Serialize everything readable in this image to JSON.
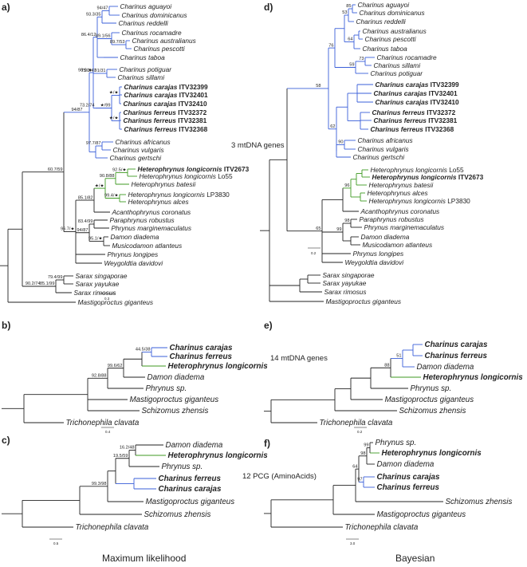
{
  "colors": {
    "blue": "#3a5fd9",
    "green": "#3f9a22",
    "black": "#222222"
  },
  "labels": {
    "a": "a)",
    "b": "b)",
    "c": "c)",
    "d": "d)",
    "e": "e)",
    "f": "f)"
  },
  "center_labels": {
    "mtdna3": "3 mtDNA genes",
    "mtdna14": "14 mtDNA genes",
    "pcg12": "12 PCG (AminoAcids)"
  },
  "bottom_labels": {
    "ml": "Maximum likelihood",
    "bayes": "Bayesian"
  },
  "scales": {
    "a": "0.3",
    "b": "0.4",
    "c": "0.5",
    "d": "0.2",
    "e": "0.2",
    "f": "3.0"
  },
  "panel_a": {
    "tips": [
      {
        "sp": "Charinus aguayoi",
        "acc": ""
      },
      {
        "sp": "Charinus dominicanus",
        "acc": ""
      },
      {
        "sp": "Charinus reddelli",
        "acc": ""
      },
      {
        "sp": "Charinus rocamadre",
        "acc": ""
      },
      {
        "sp": "Charinus australianus",
        "acc": ""
      },
      {
        "sp": "Charinus pescotti",
        "acc": ""
      },
      {
        "sp": "Charinus taboa",
        "acc": ""
      },
      {
        "sp": "Charinus potiguar",
        "acc": ""
      },
      {
        "sp": "Charinus sillami",
        "acc": ""
      },
      {
        "sp": "Charinus carajas",
        "acc": "ITV32399"
      },
      {
        "sp": "Charinus carajas",
        "acc": "ITV32401"
      },
      {
        "sp": "Charinus carajas",
        "acc": "ITV32410"
      },
      {
        "sp": "Charinus ferreus",
        "acc": "ITV32372"
      },
      {
        "sp": "Charinus ferreus",
        "acc": "ITV32381"
      },
      {
        "sp": "Charinus ferreus",
        "acc": "ITV32368"
      },
      {
        "sp": "Charinus africanus",
        "acc": ""
      },
      {
        "sp": "Charinus vulgaris",
        "acc": ""
      },
      {
        "sp": "Charinus gertschi",
        "acc": ""
      },
      {
        "sp": "Heterophrynus longicornis",
        "acc": "ITV2673"
      },
      {
        "sp": "Heterophrynus longicornis",
        "acc": "Lo55"
      },
      {
        "sp": "Heterophrynus batesii",
        "acc": ""
      },
      {
        "sp": "Heterophrynus longicornis",
        "acc": "LP3830"
      },
      {
        "sp": "Heterophrynus alces",
        "acc": ""
      },
      {
        "sp": "Acanthophrynus coronatus",
        "acc": ""
      },
      {
        "sp": "Paraphrynus robustus",
        "acc": ""
      },
      {
        "sp": "Phrynus marginemaculatus",
        "acc": ""
      },
      {
        "sp": "Damon diadema",
        "acc": ""
      },
      {
        "sp": "Musicodamon atlanteus",
        "acc": ""
      },
      {
        "sp": "Phrynus longipes",
        "acc": ""
      },
      {
        "sp": "Weygoldtia davidovi",
        "acc": ""
      },
      {
        "sp": "Sarax singaporae",
        "acc": ""
      },
      {
        "sp": "Sarax yayukae",
        "acc": ""
      },
      {
        "sp": "Sarax rimosus",
        "acc": ""
      },
      {
        "sp": "Mastigoproctus giganteus",
        "acc": ""
      }
    ],
    "support": [
      "94/47",
      "86.6/71",
      "93.3/35",
      "93.2/99",
      "89.7/53",
      "86.4/12",
      "89.1/56",
      "91/31",
      "75.2/47",
      "★/★",
      "★/99",
      "★/★",
      "73.2/74",
      "97.7/87",
      "98.9/★",
      "92.5/★",
      "90.8/88",
      "★/★",
      "85.1/82",
      "99.4/★",
      "93.9/87",
      "94/87",
      "83.4/99",
      "95.1/★",
      "96.7/★",
      "60.7/59",
      "79.4/99",
      "85.1/99",
      "90.2/74"
    ]
  },
  "panel_d": {
    "tips": [
      {
        "sp": "Charinus aguayoi",
        "acc": ""
      },
      {
        "sp": "Charinus dominicanus",
        "acc": ""
      },
      {
        "sp": "Charinus reddelli",
        "acc": ""
      },
      {
        "sp": "Charinus australianus",
        "acc": ""
      },
      {
        "sp": "Charinus pescotti",
        "acc": ""
      },
      {
        "sp": "Charinus taboa",
        "acc": ""
      },
      {
        "sp": "Charinus rocamadre",
        "acc": ""
      },
      {
        "sp": "Charinus sillami",
        "acc": ""
      },
      {
        "sp": "Charinus potiguar",
        "acc": ""
      },
      {
        "sp": "Charinus carajas",
        "acc": "ITV32399"
      },
      {
        "sp": "Charinus carajas",
        "acc": "ITV32401"
      },
      {
        "sp": "Charinus carajas",
        "acc": "ITV32410"
      },
      {
        "sp": "Charinus ferreus",
        "acc": "ITV32372"
      },
      {
        "sp": "Charinus ferreus",
        "acc": "ITV32381"
      },
      {
        "sp": "Charinus ferreus",
        "acc": "ITV32368"
      },
      {
        "sp": "Charinus africanus",
        "acc": ""
      },
      {
        "sp": "Charinus vulgaris",
        "acc": ""
      },
      {
        "sp": "Charinus gertschi",
        "acc": ""
      },
      {
        "sp": "Heterophrynus longicornis",
        "acc": "Lo55"
      },
      {
        "sp": "Heterophrynus longicornis",
        "acc": "ITV2673"
      },
      {
        "sp": "Heterophrynus batesii",
        "acc": ""
      },
      {
        "sp": "Heterophrynus alces",
        "acc": ""
      },
      {
        "sp": "Heterophrynus longicornis",
        "acc": "LP3830"
      },
      {
        "sp": "Acanthophrynus coronatus",
        "acc": ""
      },
      {
        "sp": "Paraphrynus robustus",
        "acc": ""
      },
      {
        "sp": "Phrynus marginemaculatus",
        "acc": ""
      },
      {
        "sp": "Damon diadema",
        "acc": ""
      },
      {
        "sp": "Musicodamon atlanteus",
        "acc": ""
      },
      {
        "sp": "Phrynus longipes",
        "acc": ""
      },
      {
        "sp": "Weygoldtia davidovi",
        "acc": ""
      },
      {
        "sp": "Sarax singaporae",
        "acc": ""
      },
      {
        "sp": "Sarax yayukae",
        "acc": ""
      },
      {
        "sp": "Sarax rimosus",
        "acc": ""
      },
      {
        "sp": "Mastigoproctus giganteus",
        "acc": ""
      }
    ],
    "support": [
      "85",
      "53",
      "64",
      "76",
      "73",
      "59",
      "62",
      "90",
      "99",
      "96",
      "99",
      "98",
      "65",
      "58"
    ]
  },
  "panel_b": {
    "tips": [
      "Charinus carajas",
      "Charinus ferreus",
      "Heterophrynus longicornis",
      "Damon diadema",
      "Phrynus sp.",
      "Mastigoproctus giganteus",
      "Schizomus zhensis",
      "Trichonephila clavata"
    ],
    "support": [
      "44.5/38",
      "99.6/62",
      "92.8/88"
    ]
  },
  "panel_c": {
    "tips": [
      "Damon diadema",
      "Heterophrynus longicornis",
      "Phrynus sp.",
      "Charinus ferreus",
      "Charinus carajas",
      "Mastigoproctus giganteus",
      "Schizomus zhensis",
      "Trichonephila clavata"
    ],
    "support": [
      "16.2/48",
      "19.5/59",
      "99.3/98"
    ]
  },
  "panel_e": {
    "tips": [
      "Charinus carajas",
      "Charinus ferreus",
      "Damon diadema",
      "Heterophrynus longicornis",
      "Phrynus sp.",
      "Mastigoproctus giganteus",
      "Schizomus zhensis",
      "Trichonephila clavata"
    ],
    "support": [
      "51",
      "88"
    ]
  },
  "panel_f": {
    "tips": [
      "Phrynus sp.",
      "Heterophrynus longicornis",
      "Damon diadema",
      "Charinus carajas",
      "Charinus ferreus",
      "Schizomus zhensis",
      "Mastigoproctus giganteus",
      "Trichonephila clavata"
    ],
    "support": [
      "99",
      "98",
      "64",
      "97"
    ]
  }
}
